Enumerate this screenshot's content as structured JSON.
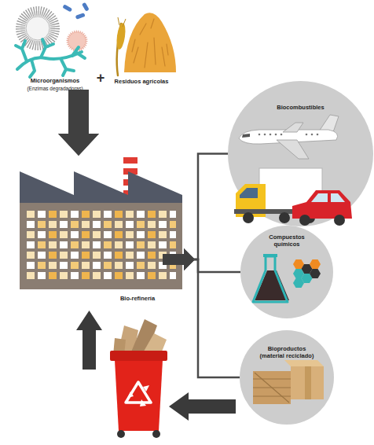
{
  "diagram": {
    "nodes": [
      {
        "text": [
          "Microorganismos",
          "(Enzimas degradadoras)"
        ]
      },
      {
        "text": [
          "Residuos agrícolas"
        ]
      },
      {
        "text": [
          "Bio-refinería"
        ]
      },
      {
        "text": [
          "Biocombustibles"
        ]
      },
      {
        "text": [
          "Compuestos químicos"
        ]
      },
      {
        "text": [
          "Bioproductos (material reciclado)"
        ]
      }
    ],
    "edges": [
      {
        "from": 0,
        "to": 2,
        "arrow": "to"
      },
      {
        "from": 1,
        "to": 2,
        "arrow": "to"
      },
      {
        "from": 2,
        "to": 3,
        "arrow": "to"
      },
      {
        "from": 2,
        "to": 4,
        "arrow": "to"
      },
      {
        "from": 2,
        "to": 5,
        "arrow": "to"
      }
    ],
    "labels": [
      "+"
    ]
  }
}
